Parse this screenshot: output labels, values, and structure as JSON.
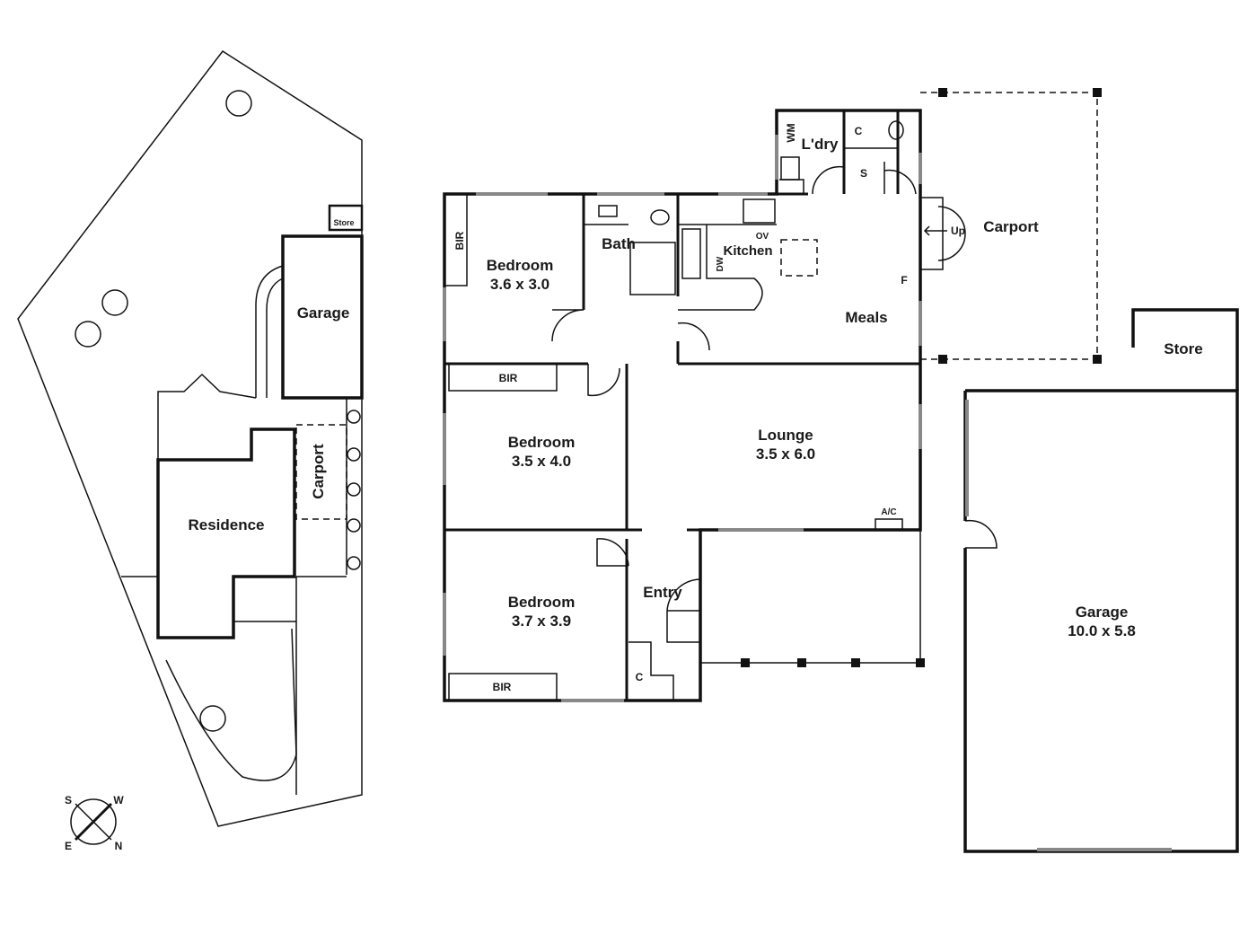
{
  "site_plan": {
    "labels": {
      "store": "Store",
      "garage": "Garage",
      "carport": "Carport",
      "residence": "Residence"
    },
    "compass": {
      "s": "S",
      "w": "W",
      "e": "E",
      "n": "N"
    }
  },
  "floor_plan": {
    "rooms": {
      "bedroom1": {
        "name": "Bedroom",
        "size": "3.6 x 3.0"
      },
      "bedroom2": {
        "name": "Bedroom",
        "size": "3.5 x 4.0"
      },
      "bedroom3": {
        "name": "Bedroom",
        "size": "3.7 x 3.9"
      },
      "lounge": {
        "name": "Lounge",
        "size": "3.5 x 6.0"
      },
      "garage": {
        "name": "Garage",
        "size": "10.0 x 5.8"
      },
      "bath": "Bath",
      "kitchen": "Kitchen",
      "meals": "Meals",
      "laundry": "L'dry",
      "entry": "Entry",
      "carport": "Carport",
      "store": "Store"
    },
    "fixtures": {
      "bir1": "BIR",
      "bir2": "BIR",
      "bir3": "BIR",
      "wm": "WM",
      "c_laundry": "C",
      "s_laundry": "S",
      "ov": "OV",
      "dw": "DW",
      "f": "F",
      "up": "Up",
      "ac": "A/C",
      "c_entry": "C"
    }
  }
}
